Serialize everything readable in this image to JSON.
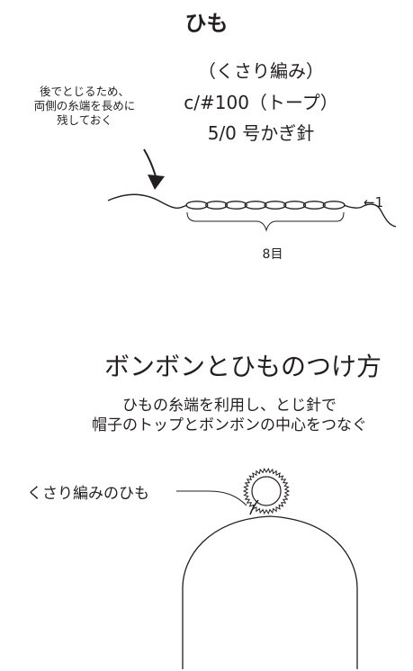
{
  "title": "ひも",
  "cord": {
    "line1": "（くさり編み）",
    "line2": "c/#100（トープ）",
    "line3": "5/0 号かぎ針"
  },
  "note": [
    "後でとじるため、",
    "両側の糸端を長めに",
    "残しておく"
  ],
  "chain": {
    "stitch_count": 8,
    "label": "8目",
    "row_marker": "←1"
  },
  "section2": {
    "title": "ボンボンとひものつけ方",
    "desc_line1": "ひもの糸端を利用し、とじ針で",
    "desc_line2": "帽子のトップとボンボンの中心をつなぐ"
  },
  "hat": {
    "cord_label": "くさり編みのひも"
  }
}
